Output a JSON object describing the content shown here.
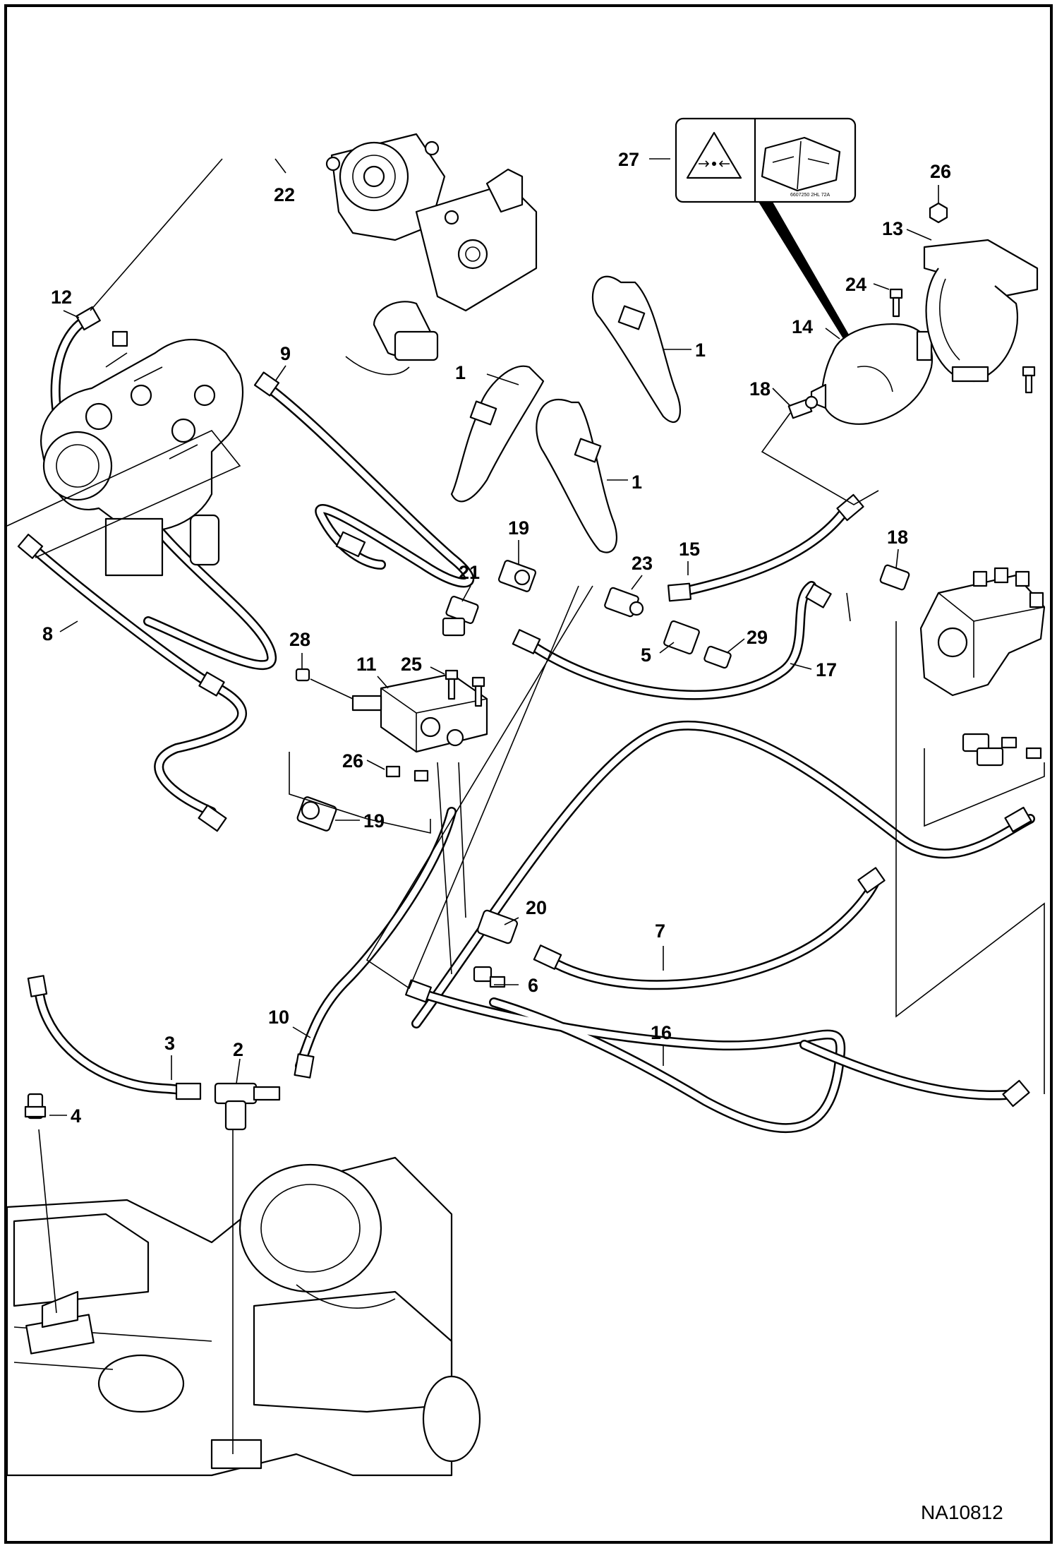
{
  "diagram_id": "NA10812",
  "callouts": {
    "c1a": "1",
    "c1b": "1",
    "c1c": "1",
    "c2": "2",
    "c3": "3",
    "c4": "4",
    "c5": "5",
    "c6": "6",
    "c7": "7",
    "c8": "8",
    "c9": "9",
    "c10": "10",
    "c11": "11",
    "c12": "12",
    "c13": "13",
    "c14": "14",
    "c15": "15",
    "c16": "16",
    "c17": "17",
    "c18a": "18",
    "c18b": "18",
    "c19a": "19",
    "c19b": "19",
    "c20": "20",
    "c21": "21",
    "c22": "22",
    "c23": "23",
    "c24": "24",
    "c25": "25",
    "c26a": "26",
    "c26b": "26",
    "c27": "27",
    "c28": "28",
    "c29": "29"
  },
  "decal": {
    "icons": [
      "accumulator-pressure-warning-icon",
      "manual-wrench-icon"
    ],
    "code": "6607250 2HL 72A"
  }
}
